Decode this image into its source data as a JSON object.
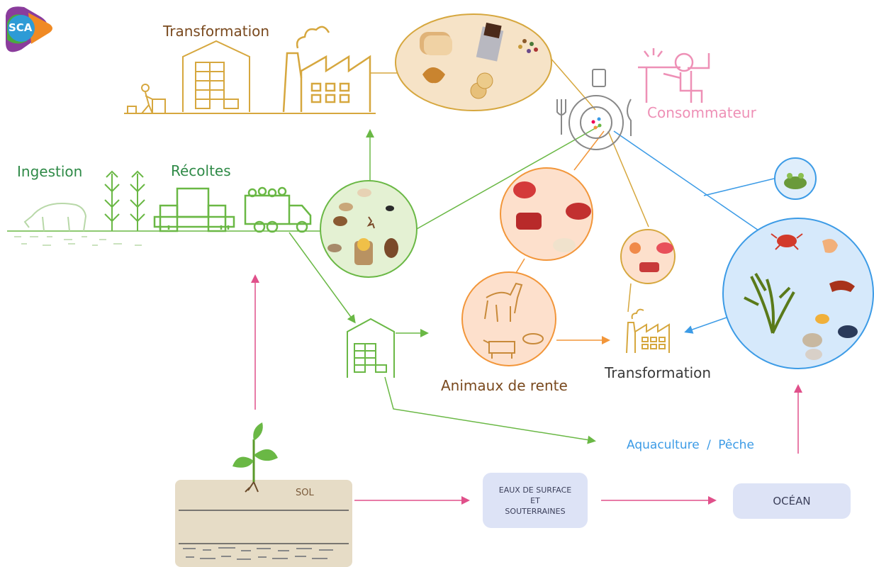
{
  "logo": {
    "text": "SCA"
  },
  "labels": {
    "transformation_top": "Transformation",
    "consommateur": "Consommateur",
    "ingestion": "Ingestion",
    "recoltes": "Récoltes",
    "animaux": "Animaux de rente",
    "transformation_mid": "Transformation",
    "aquaculture": "Aquaculture",
    "aquaculture_sep": "/",
    "peche": "Pêche",
    "sol": "SOL",
    "eaux_line1": "EAUX DE SURFACE",
    "eaux_line2": "ET",
    "eaux_line3": "SOUTERRAINES",
    "ocean": "OCÉAN"
  },
  "colors": {
    "green": "#6ab845",
    "dark_green": "#2f8a47",
    "gold": "#d6a73e",
    "brown_text": "#7a4a1f",
    "orange": "#f2963a",
    "blue": "#3c9be6",
    "pink": "#e0508a",
    "consumer_pink": "#ee90b6",
    "soil": "#e6dcc6"
  },
  "icons": [
    "farmer-icon",
    "warehouse-icon",
    "factory-icon",
    "food-bread-icon",
    "plate-icon",
    "consumer-icon",
    "cow-icon",
    "corn-icon",
    "tractor-icon",
    "truck-icon",
    "grain-icon",
    "meat-icon",
    "horse-icon",
    "frog-icon",
    "seafood-icon",
    "plant-icon"
  ]
}
